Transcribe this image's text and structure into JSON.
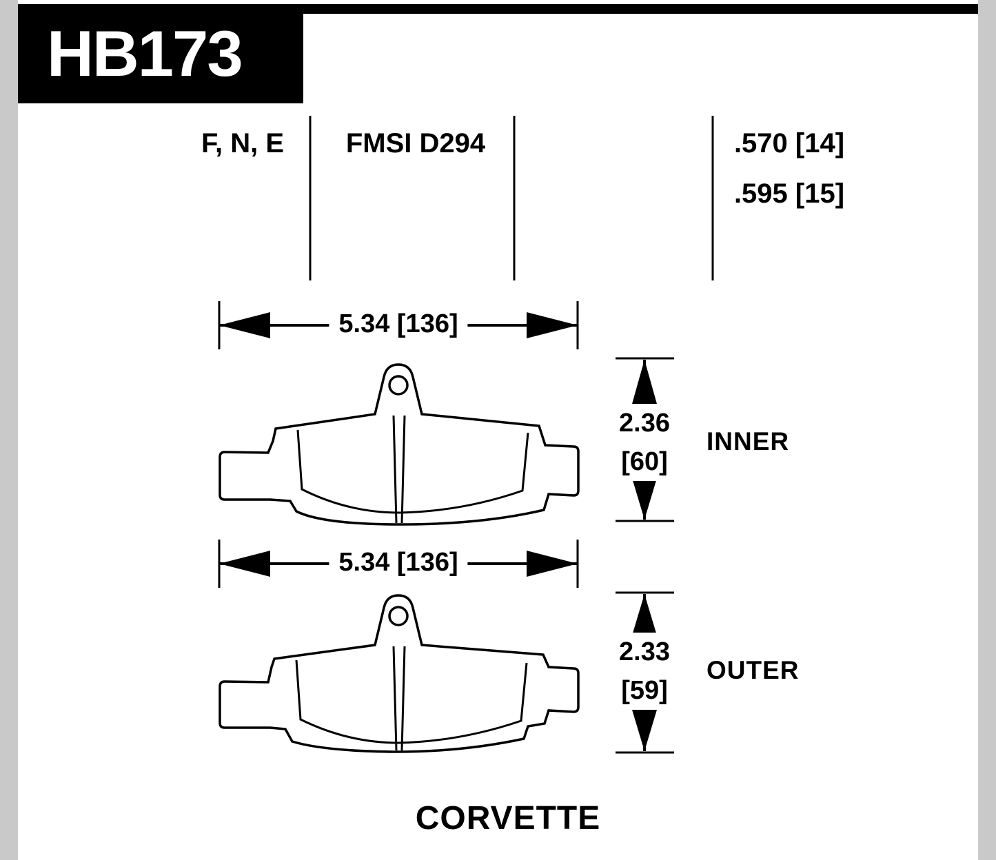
{
  "part_number": "HB173",
  "spec_header": {
    "compounds": "F, N, E",
    "fmsi_number": "FMSI D294",
    "thickness_1": ".570 [14]",
    "thickness_2": ".595 [15]"
  },
  "inner_pad": {
    "width_dimension": "5.34 [136]",
    "height_value": "2.36",
    "height_mm": "[60]",
    "label": "INNER"
  },
  "outer_pad": {
    "width_dimension": "5.34 [136]",
    "height_value": "2.33",
    "height_mm": "[59]",
    "label": "OUTER"
  },
  "footer": {
    "vehicle": "CORVETTE"
  },
  "colors": {
    "ink": "#000000",
    "paper": "#ffffff",
    "edge_strip": "#c9c9c9"
  }
}
